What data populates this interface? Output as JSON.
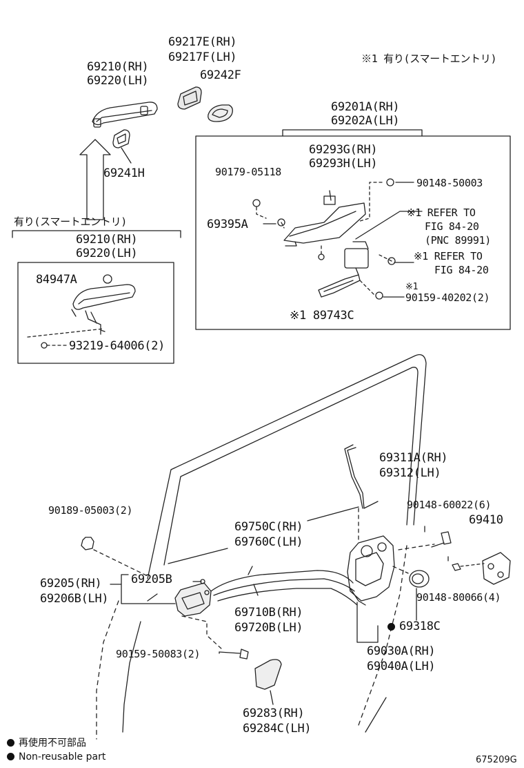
{
  "note_top": "※1 有り(スマートエントリ)",
  "smart_entry_label": "有り(スマートエントリ)",
  "parts": {
    "p69217e": "69217E(RH)",
    "p69217f": "69217F(LH)",
    "p69210_top": "69210(RH)",
    "p69220_top": "69220(LH)",
    "p69242f": "69242F",
    "p69241h": "69241H",
    "p69201a": "69201A(RH)",
    "p69202a": "69202A(LH)",
    "p69293g": "69293G(RH)",
    "p69293h": "69293H(LH)",
    "p90179": "90179-05118",
    "p90148_50003": "90148-50003",
    "p69395a": "69395A",
    "ref1_a": "※1 REFER TO",
    "ref1_b": "FIG 84-20",
    "ref1_c": "(PNC 89991)",
    "ref2_a": "※1 REFER TO",
    "ref2_b": "FIG 84-20",
    "mark_90159": "※1",
    "p90159_40202": "90159-40202(2)",
    "p89743c": "※1 89743C",
    "p69210_box": "69210(RH)",
    "p69220_box": "69220(LH)",
    "p84947a": "84947A",
    "p93219": "93219-64006(2)",
    "p69311a": "69311A(RH)",
    "p69312": "69312(LH)",
    "p90189": "90189-05003(2)",
    "p90148_60022": "90148-60022(6)",
    "p69410": "69410",
    "p69750c": "69750C(RH)",
    "p69760c": "69760C(LH)",
    "p69205": "69205(RH)",
    "p69206b": "69206B(LH)",
    "p69205b": "69205B",
    "p90148_80066": "90148-80066(4)",
    "p69710b": "69710B(RH)",
    "p69720b": "69720B(LH)",
    "p69318c": "69318C",
    "p69030a": "69030A(RH)",
    "p69040a": "69040A(LH)",
    "p90159_50083": "90159-50083(2)",
    "p69283": "69283(RH)",
    "p69284c": "69284C(LH)"
  },
  "legend": {
    "jp": "再使用不可部品",
    "en": "Non-reusable part"
  },
  "figure_code": "675209G"
}
